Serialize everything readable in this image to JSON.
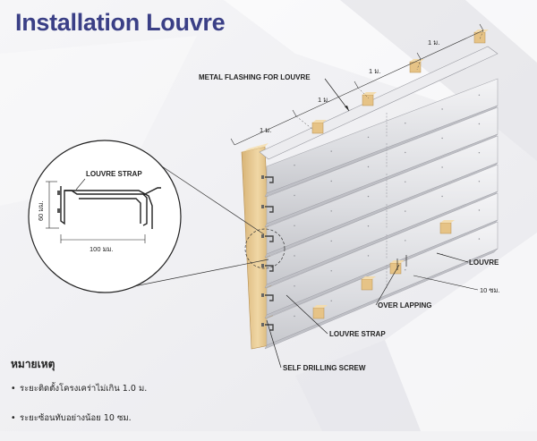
{
  "title": "Installation Louvre",
  "labels": {
    "metal_flashing": "METAL FLASHING FOR LOUVRE",
    "louvre_strap_detail": "LOUVRE STRAP",
    "louvre": "LOUVRE",
    "over_lapping": "OVER LAPPING",
    "louvre_strap": "LOUVRE STRAP",
    "self_drilling_screw": "SELF DRILLING SCREW",
    "overlap_dim": "10 ซม."
  },
  "detail_dims": {
    "height": "60 มม.",
    "width": "100 มม."
  },
  "spacing": [
    "1 ม.",
    "1 ม.",
    "1 ม.",
    "1 ม."
  ],
  "notes": {
    "heading": "หมายเหตุ",
    "items": [
      "ระยะติดตั้งโครงเคร่าไม่เกิน 1.0 ม.",
      "ระยะซ้อนทับอย่างน้อย 10 ซม."
    ]
  },
  "colors": {
    "title": "#3a3f86",
    "wood": "#e8c98f",
    "louvre": "#dedfe3"
  }
}
